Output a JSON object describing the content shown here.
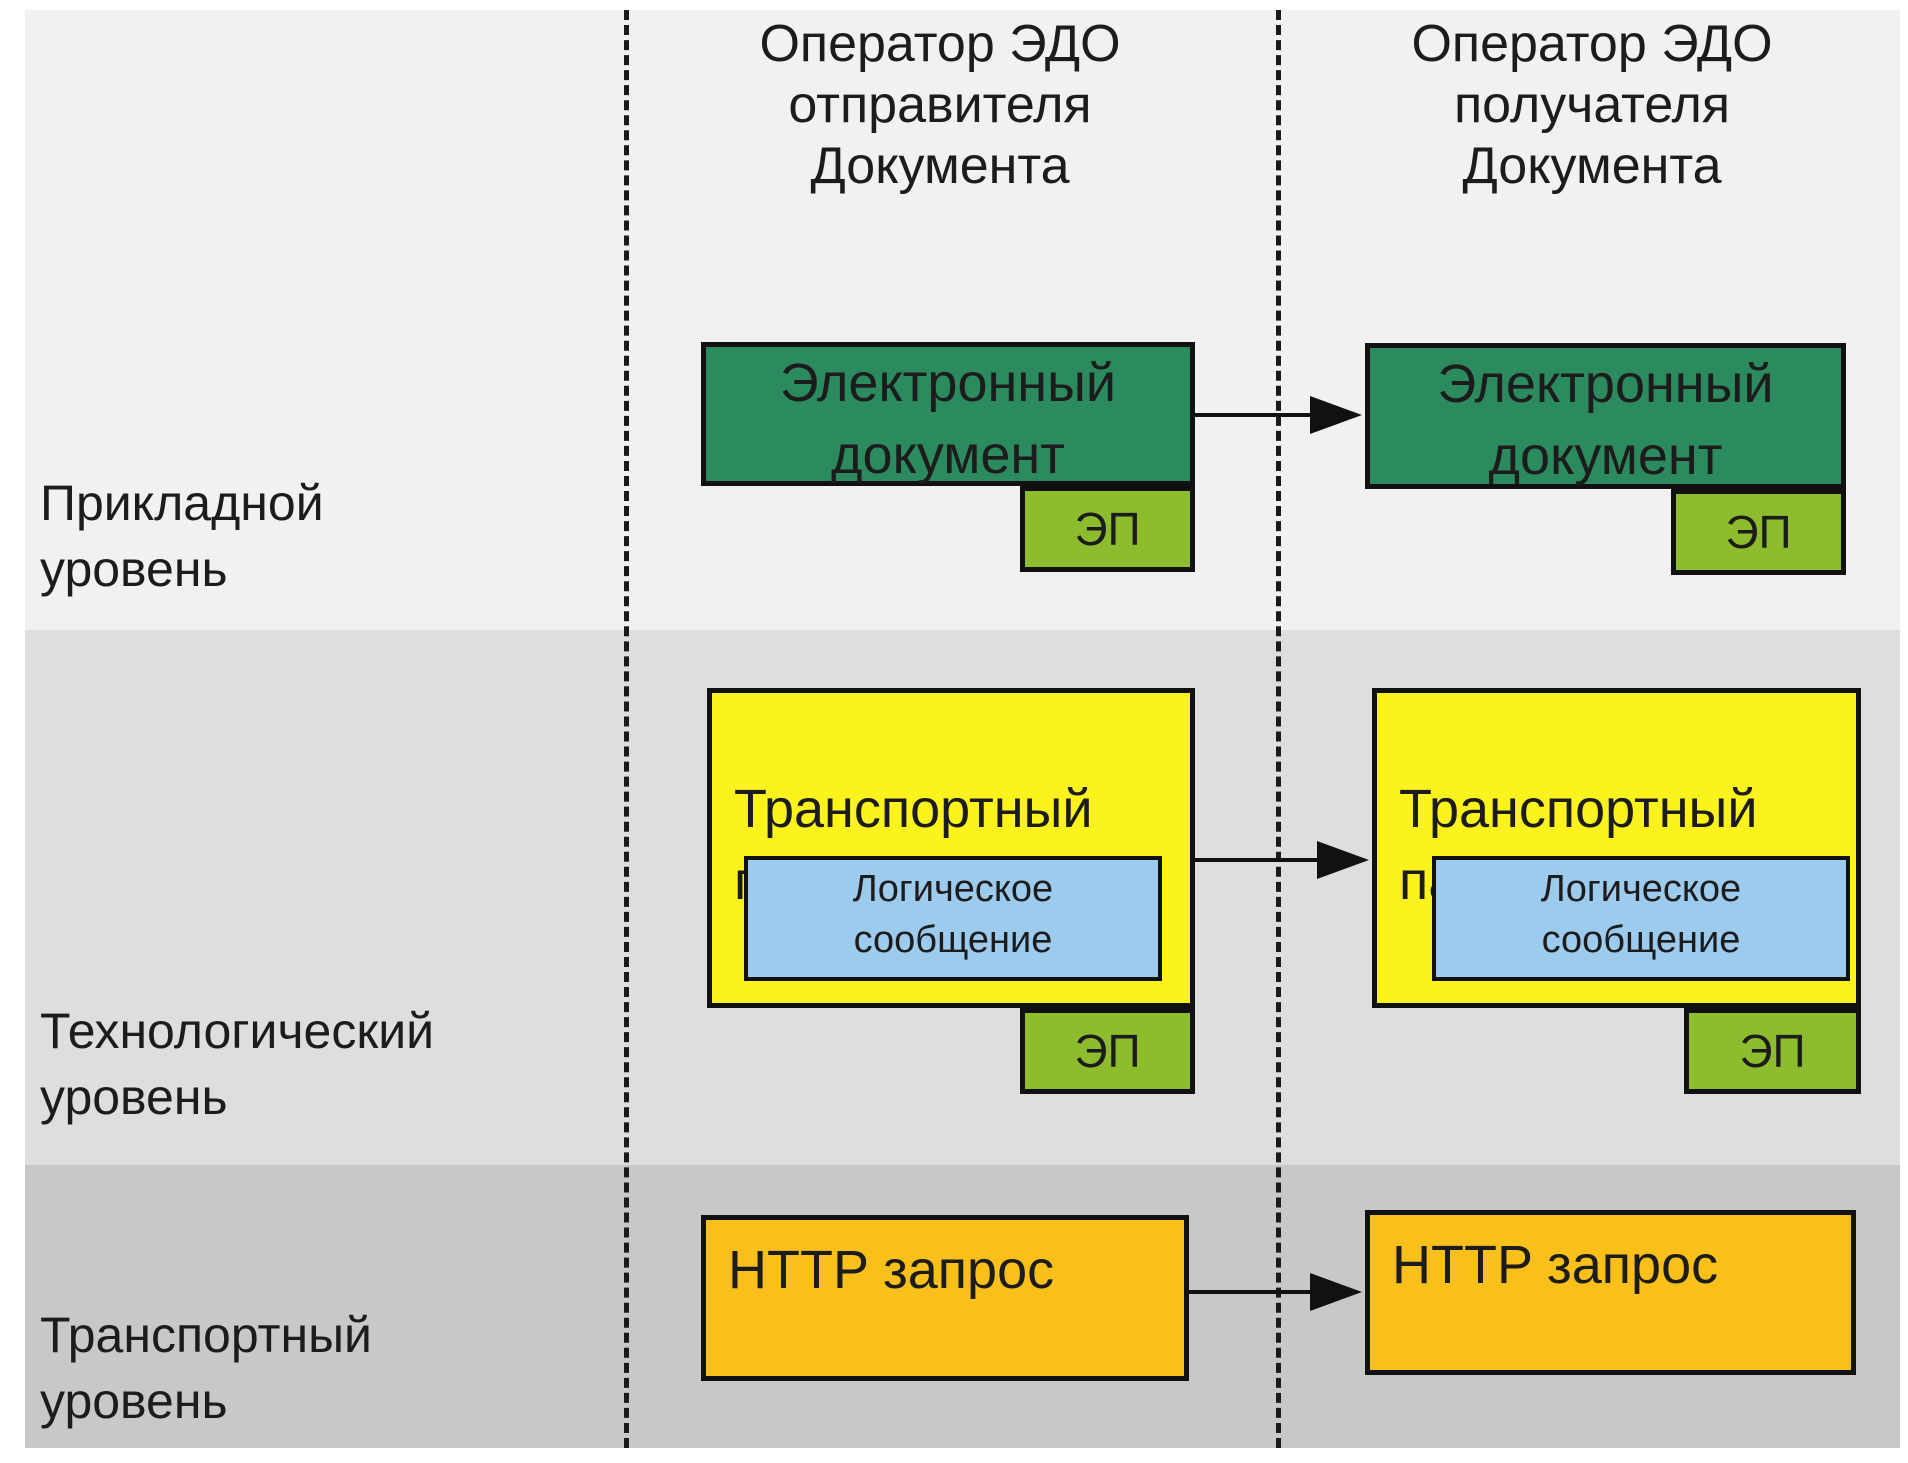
{
  "columns": {
    "sender": "Оператор ЭДО\nотправителя\nДокумента",
    "receiver": "Оператор ЭДО\nполучателя\nДокумента"
  },
  "levels": {
    "application": "Прикладной\nуровень",
    "technological": "Технологический\nуровень",
    "transport": "Транспортный\nуровень"
  },
  "sender": {
    "document": "Электронный\nдокумент",
    "document_signature": "ЭП",
    "packet": "Транспортный\nпакет",
    "message": "Логическое\nсообщение",
    "packet_signature": "ЭП",
    "request": "HTTP запрос"
  },
  "receiver": {
    "document": "Электронный\nдокумент",
    "document_signature": "ЭП",
    "packet": "Транспортный\nпакет",
    "message": "Логическое\nсообщение",
    "packet_signature": "ЭП",
    "request": "HTTP запрос"
  },
  "colors": {
    "application_band": "#f1f1f1",
    "technological_band": "#dedede",
    "transport_band": "#c8c8c8",
    "electronic_document": "#2c8a5f",
    "signature": "#8dbd2e",
    "transport_packet": "#fbf21e",
    "logical_message": "#9ccbee",
    "http_request": "#f9c01c"
  }
}
